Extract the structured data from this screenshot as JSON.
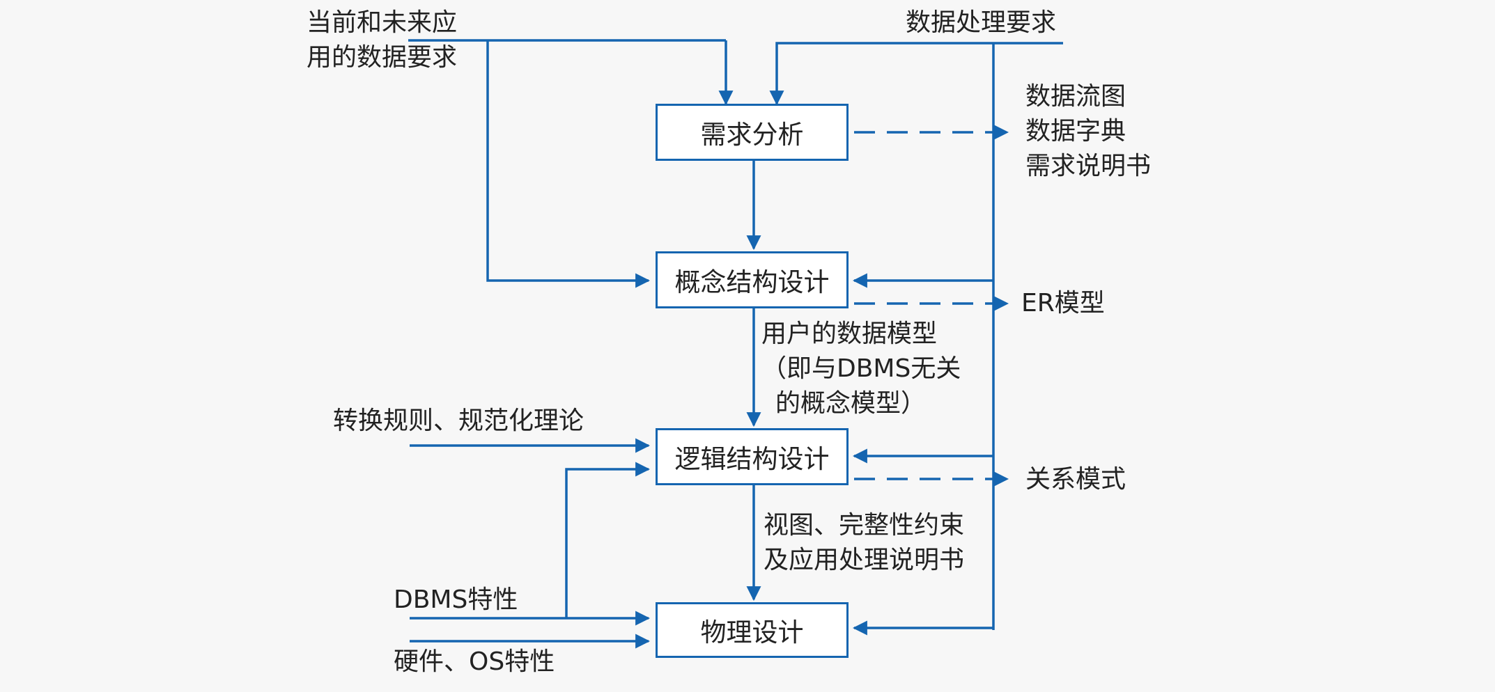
{
  "colors": {
    "arrow": "#1565b0",
    "box_border": "#1565b0",
    "background": "#f7f7f7",
    "text": "#222222"
  },
  "boxes": {
    "requirements": "需求分析",
    "conceptual": "概念结构设计",
    "logical": "逻辑结构设计",
    "physical": "物理设计"
  },
  "inputs": {
    "current_future_1": "当前和未来应",
    "current_future_2": "用的数据要求",
    "processing": "数据处理要求",
    "rules": "转换规则、规范化理论",
    "dbms": "DBMS特性",
    "hardware": "硬件、OS特性"
  },
  "outputs": {
    "dfd": "数据流图",
    "dictionary": "数据字典",
    "spec": "需求说明书",
    "er": "ER模型",
    "relational": "关系模式"
  },
  "flows": {
    "user_model_1": "用户的数据模型",
    "user_model_2": "（即与DBMS无关",
    "user_model_3": "的概念模型）",
    "views_1": "视图、完整性约束",
    "views_2": "及应用处理说明书"
  }
}
